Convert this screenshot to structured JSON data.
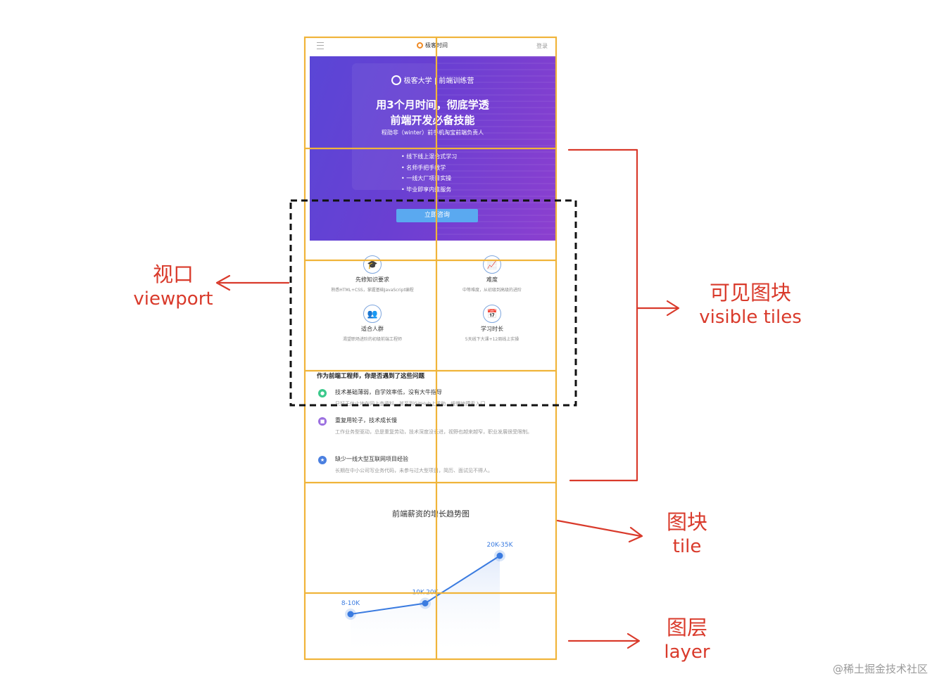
{
  "page": {
    "brand": "极客时间",
    "login": "登录"
  },
  "hero": {
    "brand": "极客大学 | 前端训练营",
    "title_line1": "用3个月时间，彻底学透",
    "title_line2": "前端开发必备技能",
    "author": "程劭非（winter）前手机淘宝前端负责人",
    "bullets": [
      "线下线上混合式学习",
      "名师手把手教学",
      "一线大厂项目实操",
      "毕业即享内推服务"
    ],
    "cta": "立即咨询"
  },
  "features": [
    {
      "title": "先修知识要求",
      "desc": "熟悉HTML+CSS，掌握基础JavaScript编程",
      "icon": "graduation-cap-icon"
    },
    {
      "title": "难度",
      "desc": "中等难度，从初级到高级的进阶",
      "icon": "trend-chart-icon"
    },
    {
      "title": "适合人群",
      "desc": "渴望职场进阶的初级前端工程师",
      "icon": "people-icon"
    },
    {
      "title": "学习时长",
      "desc": "5天线下大课+12周线上实操",
      "icon": "calendar-icon"
    }
  ],
  "problems": {
    "heading": "作为前端工程师，你是否遇到了这些问题",
    "items": [
      {
        "title": "技术基础薄弱，自学效率低，没有大牛指导",
        "desc": "只好无休止地在网上查资料，甚至到GitHub上求助，缓慢地摸索入门",
        "color": "#3cc98c",
        "icon": "person-icon"
      },
      {
        "title": "重复用轮子，技术成长慢",
        "desc": "工作业务型驱动，总是重复劳动，技术深度没长进，视野也越来越窄，职业发展很受限制。",
        "color": "#9b6fe0",
        "icon": "document-icon"
      },
      {
        "title": "缺少一线大型互联网项目经验",
        "desc": "长期在中小公司写业务代码，未参与过大型项目，简历、面试见不得人。",
        "color": "#4a7fe0",
        "icon": "star-icon"
      }
    ]
  },
  "salary_chart": {
    "title": "前端薪资的增长趋势图"
  },
  "chart_data": {
    "type": "line",
    "title": "前端薪资的增长趋势图",
    "categories": [
      "8-10K",
      "10K-20K",
      "20K-35K"
    ],
    "values": [
      1,
      2,
      3
    ],
    "labels": [
      "8-10K",
      "10K-20K",
      "20K-35K"
    ],
    "xlabel": "",
    "ylabel": "",
    "grid": false,
    "colors": {
      "line": "#3a7be0",
      "point": "#3a7be0"
    }
  },
  "annotations": {
    "viewport_cn": "视口",
    "viewport_en": "viewport",
    "visible_cn": "可见图块",
    "visible_en": "visible tiles",
    "tile_cn": "图块",
    "tile_en": "tile",
    "layer_cn": "图层",
    "layer_en": "layer"
  },
  "watermark": "@稀土掘金技术社区",
  "colors": {
    "tile_grid": "#f0b43a",
    "annotation": "#d93a2b",
    "viewport": "#111111"
  }
}
